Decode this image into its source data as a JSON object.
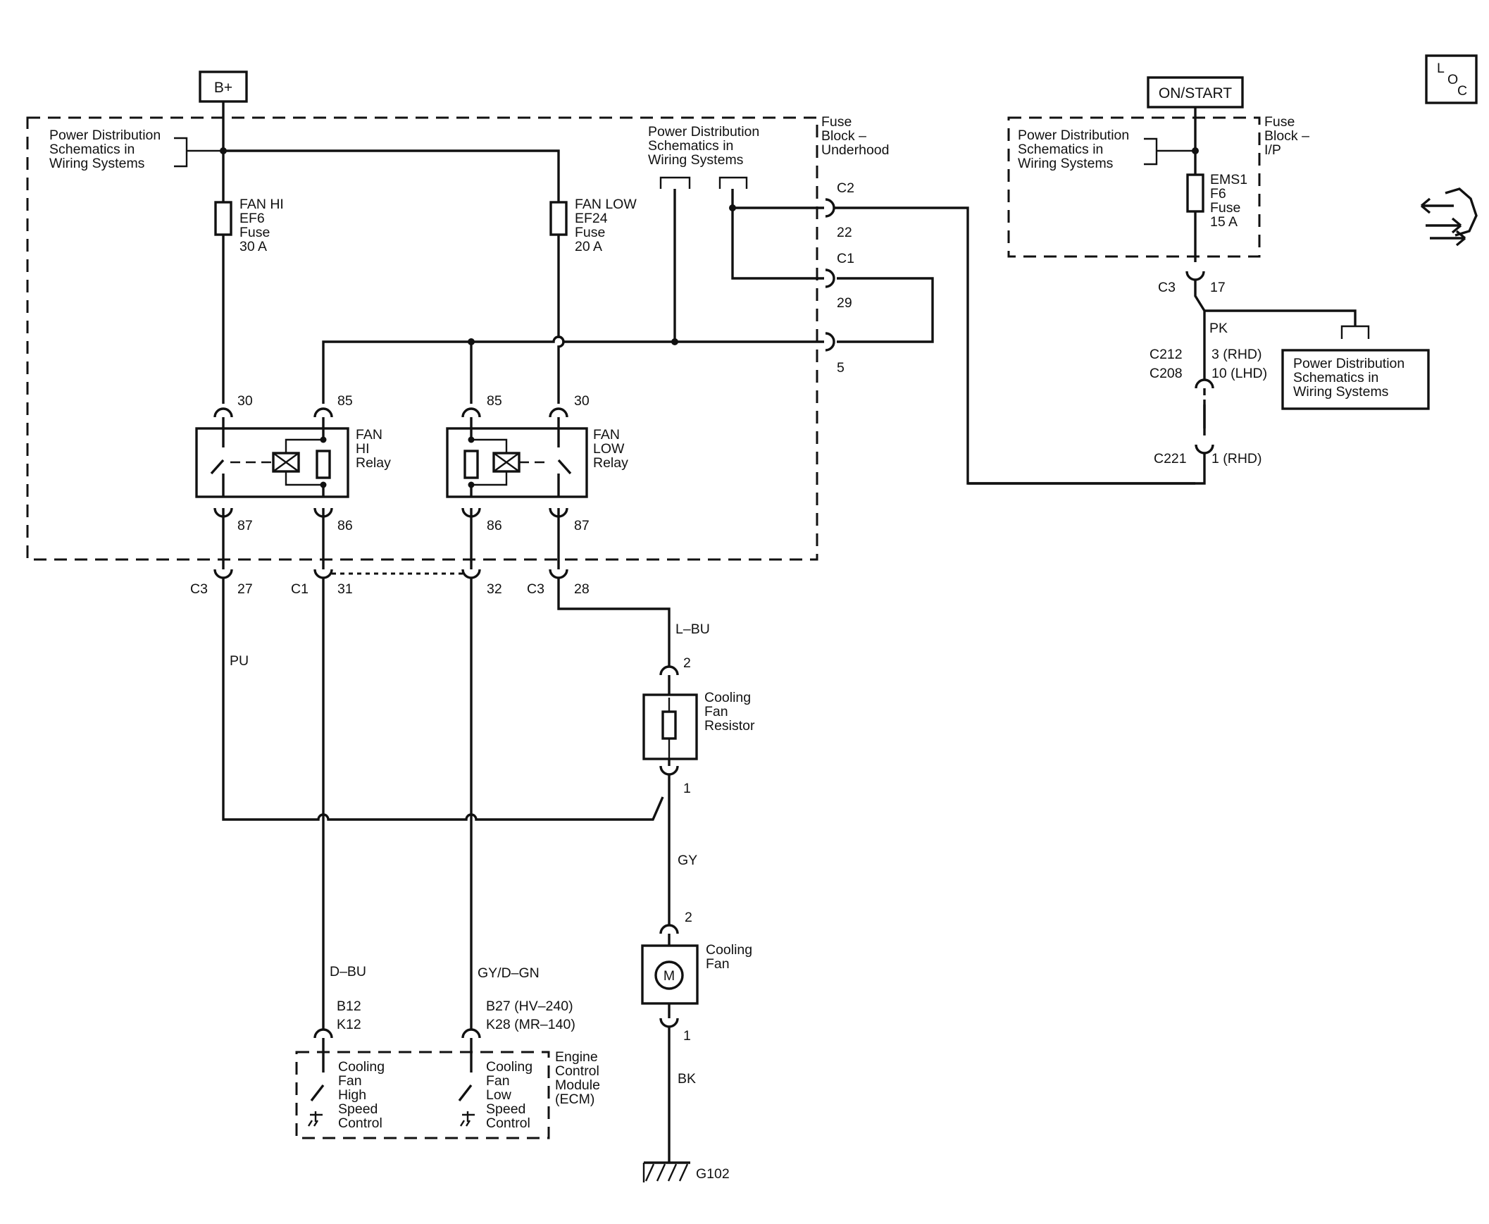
{
  "power_sources": {
    "battery": "B+",
    "ignition": "ON/START"
  },
  "fuse_blocks": {
    "underhood": [
      "Fuse",
      "Block –",
      "Underhood"
    ],
    "ip": [
      "Fuse",
      "Block –",
      "I/P"
    ]
  },
  "power_distribution_refs": {
    "left": [
      "Power Distribution",
      "Schematics in",
      "Wiring Systems"
    ],
    "middle": [
      "Power Distribution",
      "Schematics in",
      "Wiring Systems"
    ],
    "ip": [
      "Power Distribution",
      "Schematics in",
      "Wiring Systems"
    ],
    "right_box": [
      "Power Distribution",
      "Schematics in",
      "Wiring Systems"
    ]
  },
  "fuses": {
    "fan_hi": [
      "FAN HI",
      "EF6",
      "Fuse",
      "30 A"
    ],
    "fan_low": [
      "FAN LOW",
      "EF24",
      "Fuse",
      "20 A"
    ],
    "ems1": [
      "EMS1",
      "F6",
      "Fuse",
      "15 A"
    ]
  },
  "relays": {
    "fan_hi": [
      "FAN",
      "HI",
      "Relay"
    ],
    "fan_low": [
      "FAN",
      "LOW",
      "Relay"
    ]
  },
  "relay_pins": {
    "hi_30": "30",
    "hi_85": "85",
    "hi_87": "87",
    "hi_86": "86",
    "low_85": "85",
    "low_30": "30",
    "low_86": "86",
    "low_87": "87"
  },
  "connectors": {
    "c2_name": "C2",
    "c2_pin": "22",
    "c1_name": "C1",
    "c1_pin_29": "29",
    "c1_pin_5": "5",
    "c3_ip_name": "C3",
    "c3_ip_pin": "17",
    "c212": "C212",
    "c208": "C208",
    "c212_pin": "3 (RHD)",
    "c208_pin": "10 (LHD)",
    "c221": "C221",
    "c221_pin": "1 (RHD)",
    "c3_a": "C3",
    "c3_a_pin": "27",
    "c1_a": "C1",
    "c1_a_pin": "31",
    "c1_b_pin": "32",
    "c3_b": "C3",
    "c3_b_pin": "28",
    "resistor_pin_2": "2",
    "resistor_pin_1": "1",
    "fan_pin_2": "2",
    "fan_pin_1": "1"
  },
  "wires": {
    "pk": "PK",
    "pu": "PU",
    "l_bu": "L–BU",
    "gy": "GY",
    "d_bu": "D–BU",
    "gy_d_gn": "GY/D–GN",
    "bk": "BK"
  },
  "components": {
    "resistor": [
      "Cooling",
      "Fan",
      "Resistor"
    ],
    "fan": [
      "Cooling",
      "Fan"
    ],
    "motor_symbol": "M",
    "ground": "G102"
  },
  "ecm": {
    "label": [
      "Engine",
      "Control",
      "Module",
      "(ECM)"
    ],
    "hi_pins": [
      "B12",
      "K12"
    ],
    "low_pins": [
      "B27 (HV–240)",
      "K28 (MR–140)"
    ],
    "hi_switch": [
      "Cooling",
      "Fan",
      "High",
      "Speed",
      "Control"
    ],
    "low_switch": [
      "Cooling",
      "Fan",
      "Low",
      "Speed",
      "Control"
    ]
  },
  "loc_icon": [
    "L",
    "O",
    "C"
  ],
  "icons": [
    "loc-icon",
    "harness-connector-icon"
  ]
}
